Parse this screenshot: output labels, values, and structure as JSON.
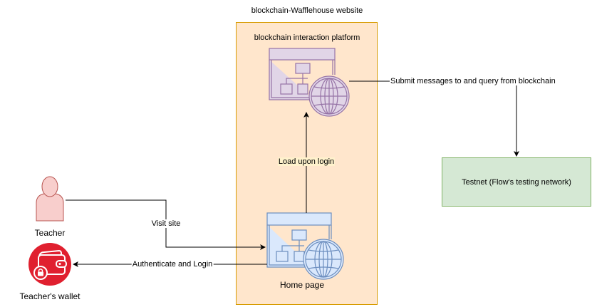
{
  "diagram": {
    "container": {
      "title": "blockchain-Wafflehouse website",
      "fill": "#ffe6cc",
      "stroke": "#d79b00"
    },
    "nodes": {
      "platform": {
        "label": "blockchain interaction platform",
        "icon": "web-sitemap-globe-icon",
        "fill": "#e1d5e7",
        "stroke": "#9673a6"
      },
      "home": {
        "label": "Home page",
        "icon": "web-sitemap-globe-icon",
        "fill": "#dae8fc",
        "stroke": "#6c8ebf"
      },
      "testnet": {
        "label": "Testnet (Flow's testing network)",
        "fill": "#d5e8d4",
        "stroke": "#82b366"
      },
      "teacher": {
        "label": "Teacher",
        "icon": "user-icon",
        "fill": "#f8cecc",
        "stroke": "#b85450"
      },
      "wallet": {
        "label": "Teacher's wallet",
        "icon": "wallet-lock-icon",
        "fill": "#e0202f"
      }
    },
    "edges": {
      "visit": {
        "label": "Visit site",
        "from": "Teacher",
        "to": "Home page"
      },
      "auth": {
        "label": "Authenticate and Login",
        "from": "Home page",
        "to": "Teacher's wallet"
      },
      "load": {
        "label": "Load upon login",
        "from": "Home page",
        "to": "blockchain interaction platform"
      },
      "submit": {
        "label": "Submit messages to and query from blockchain",
        "from": "blockchain interaction platform",
        "to": "Testnet (Flow's testing network)"
      }
    }
  }
}
